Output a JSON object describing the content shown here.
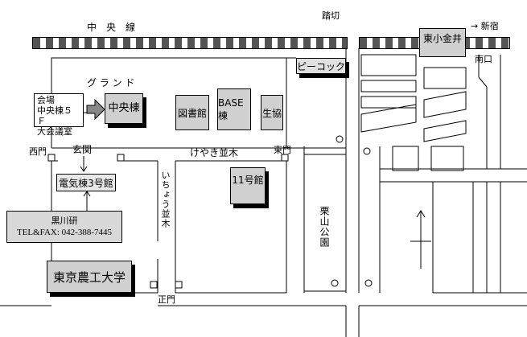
{
  "railway": {
    "line_name": "中　央　線",
    "crossing": "踏切",
    "to_station": "→ 新宿",
    "station": "東小金井",
    "south_exit": "南口"
  },
  "campus": {
    "ground": "グ ラ ン ド",
    "venue_note": [
      "会場",
      "中央棟５Ｆ",
      "大会議室"
    ],
    "buildings": {
      "central": "中央棟",
      "library": "図書館",
      "base": "BASE棟",
      "coop": "生協",
      "denki": "電気棟3号館",
      "bldg11": "11号館"
    },
    "gates": {
      "west": "西門",
      "east": "東門",
      "main": "正門",
      "entrance": "玄関"
    },
    "streets": {
      "keyaki": "けやき並木",
      "icho": "いちょう並木"
    },
    "lab": {
      "name": "黒川研",
      "tel_fax": "TEL&FAX: 042-388-7445"
    },
    "university": "東京農工大学"
  },
  "landmarks": {
    "peacock": "ピーコック",
    "park": "栗山公園"
  }
}
